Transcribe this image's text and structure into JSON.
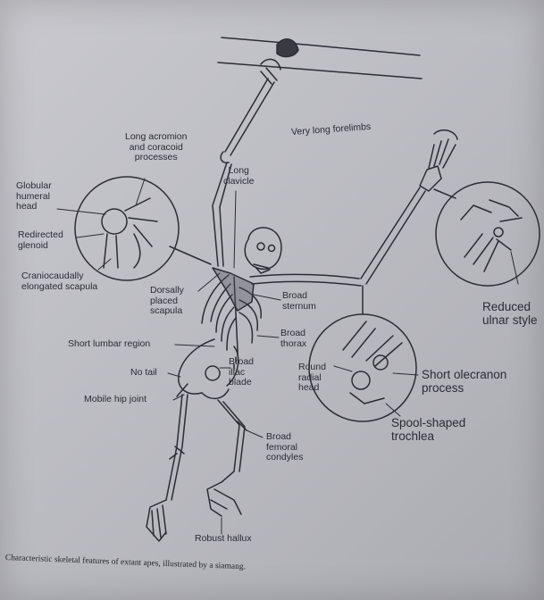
{
  "labels": {
    "very_long_forelimbs": "Very long forelimbs",
    "long_acromion": "Long acromion\nand coracoid\nprocesses",
    "long_clavicle": "Long\nclavicle",
    "globular_humeral_head": "Globular\nhumeral\nhead",
    "redirected_glenoid": "Redirected\nglenoid",
    "craniocaudally_scapula": "Craniocaudally\nelongated scapula",
    "dorsally_placed_scapula": "Dorsally\nplaced\nscapula",
    "broad_sternum": "Broad\nsternum",
    "broad_thorax": "Broad\nthorax",
    "short_lumbar_region": "Short lumbar region",
    "no_tail": "No tail",
    "broad_iliac_blade": "Broad\niliac\nblade",
    "mobile_hip_joint": "Mobile hip joint",
    "broad_femoral_condyles": "Broad\nfemoral\ncondyles",
    "robust_hallux": "Robust hallux",
    "round_radial_head": "Round\nradial\nhead",
    "short_olecranon": "Short olecranon\nprocess",
    "spool_shaped_trochlea": "Spool-shaped\ntrochlea",
    "reduced_ulnar_styloid": "Reduced\nulnar style"
  },
  "caption": "Characteristic skeletal features of extant apes, illustrated by a siamang."
}
